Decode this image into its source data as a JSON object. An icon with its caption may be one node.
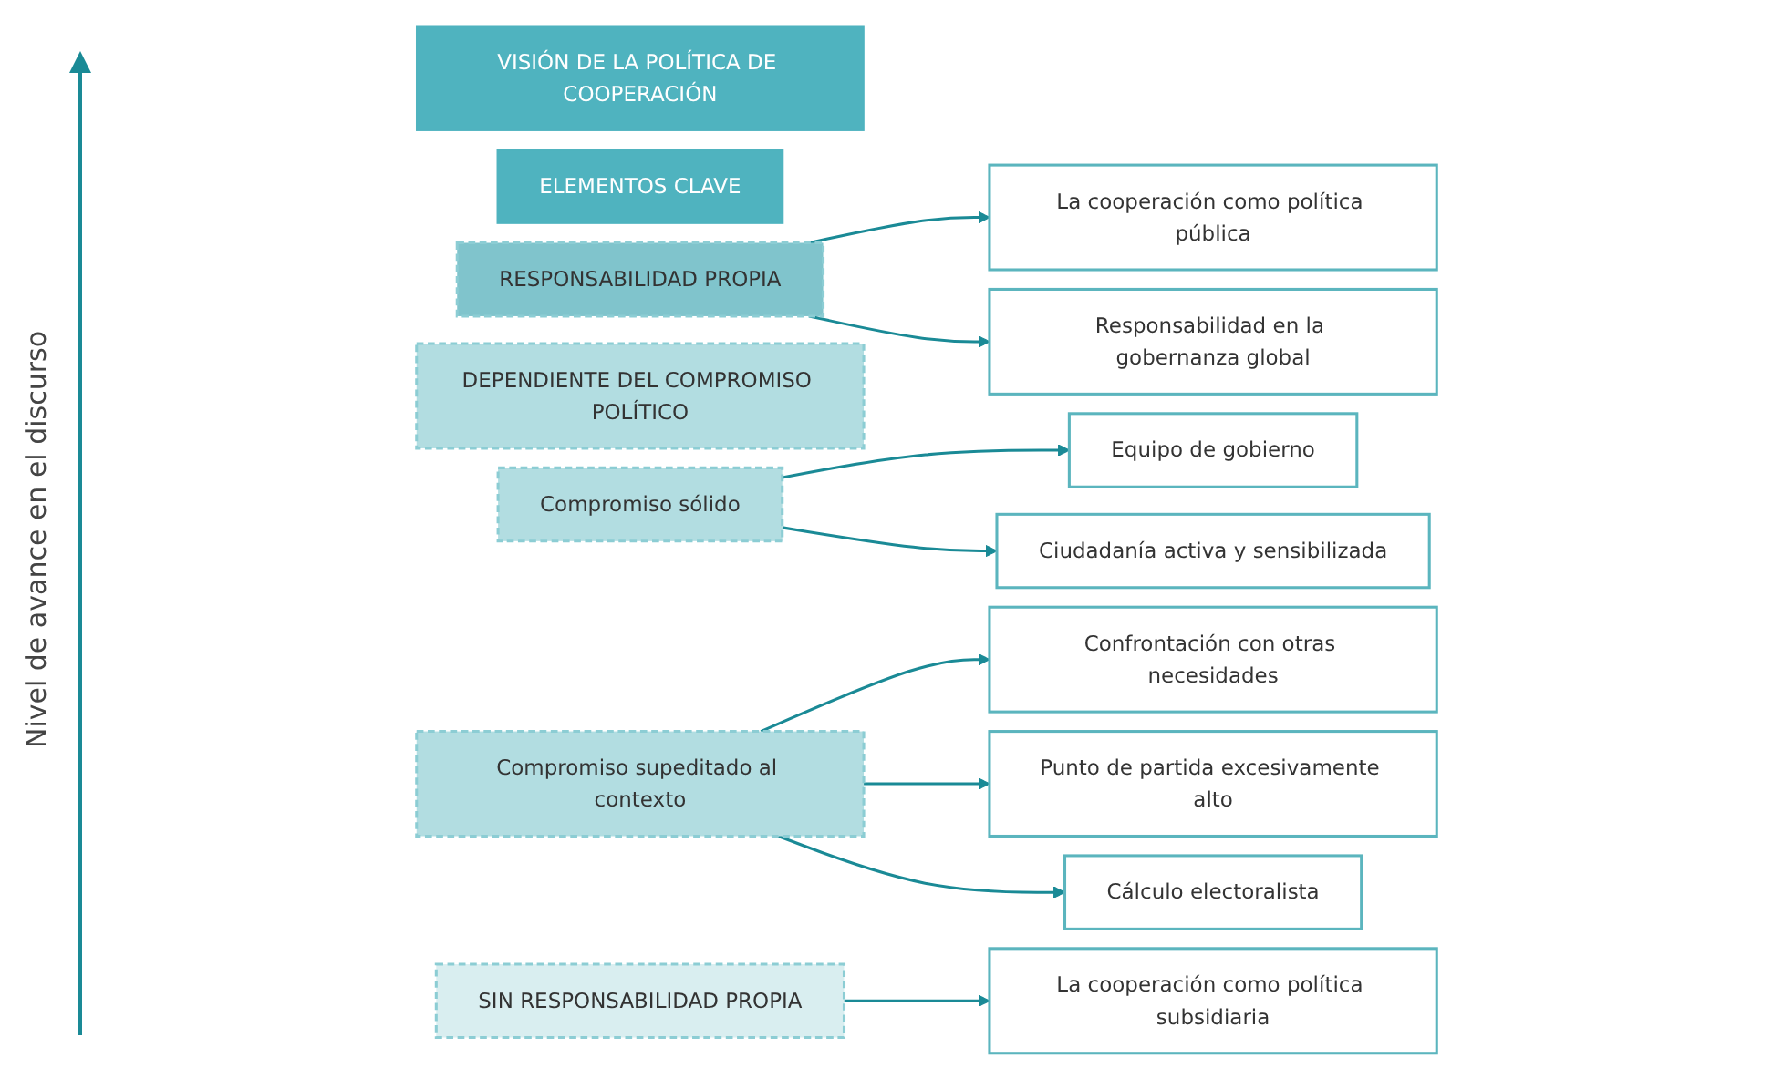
{
  "diagram": {
    "nodes": [
      {
        "text": [
          "VISIÓN DE LA POLÍTICA DE COOPERACIÓN"
        ]
      },
      {
        "text": [
          "ELEMENTOS CLAVE"
        ]
      },
      {
        "text": [
          "RESPONSABILIDAD PROPIA"
        ]
      },
      {
        "text": [
          "DEPENDIENTE DEL COMPROMISO POLÍTICO"
        ]
      },
      {
        "text": [
          "Compromiso sólido"
        ]
      },
      {
        "text": [
          "Compromiso supeditado al contexto"
        ]
      },
      {
        "text": [
          "SIN RESPONSABILIDAD PROPIA"
        ]
      },
      {
        "text": [
          "La cooperación como política pública"
        ]
      },
      {
        "text": [
          "Responsabilidad en la gobernanza global"
        ]
      },
      {
        "text": [
          "Equipo de gobierno"
        ]
      },
      {
        "text": [
          "Ciudadanía activa y sensibilizada"
        ]
      },
      {
        "text": [
          "Confrontación con otras necesidades"
        ]
      },
      {
        "text": [
          "Punto de partida excesivamente alto"
        ]
      },
      {
        "text": [
          "Cálculo electoralista"
        ]
      },
      {
        "text": [
          "La cooperación como política subsidiaria"
        ]
      }
    ],
    "edges": [
      {
        "from": 2,
        "to": 7,
        "arrow": "to"
      },
      {
        "from": 2,
        "to": 8,
        "arrow": "to"
      },
      {
        "from": 4,
        "to": 9,
        "arrow": "to"
      },
      {
        "from": 4,
        "to": 10,
        "arrow": "to"
      },
      {
        "from": 5,
        "to": 11,
        "arrow": "to"
      },
      {
        "from": 5,
        "to": 12,
        "arrow": "to"
      },
      {
        "from": 5,
        "to": 13,
        "arrow": "to"
      },
      {
        "from": 6,
        "to": 14,
        "arrow": "to"
      }
    ],
    "labels": [
      "Nivel de avance en el discurso"
    ]
  }
}
